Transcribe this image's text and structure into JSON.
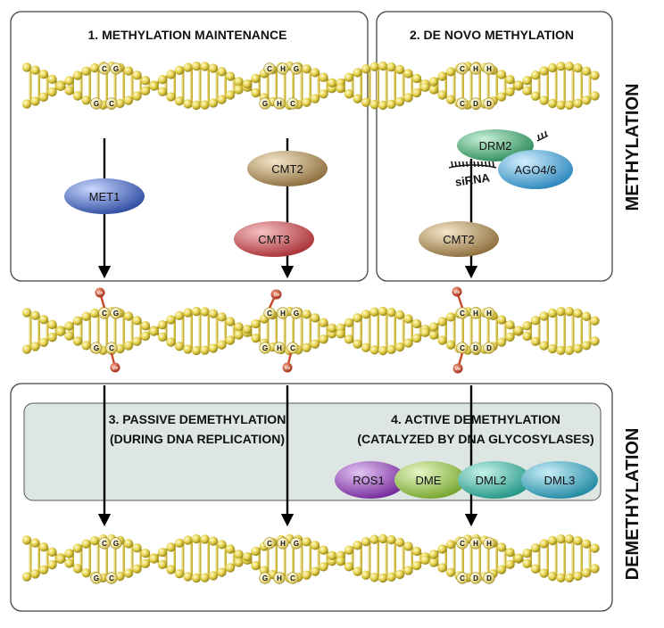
{
  "panels": {
    "maintenance_title": "1. METHYLATION MAINTENANCE",
    "denovo_title": "2. DE NOVO METHYLATION",
    "passive_title_line1": "3. PASSIVE DEMETHYLATION",
    "passive_title_line2": "(DURING DNA REPLICATION)",
    "active_title_line1": "4. ACTIVE DEMETHYLATION",
    "active_title_line2": "(CATALYZED BY DNA GLYCOSYLASES)"
  },
  "side_labels": {
    "methylation": "METHYLATION",
    "demethylation": "DEMETHYLATION"
  },
  "enzymes": {
    "met1": "MET1",
    "cmt2_a": "CMT2",
    "cmt3": "CMT3",
    "drm2": "DRM2",
    "ago": "AGO4/6",
    "cmt2_b": "CMT2",
    "sirna": "siRNA",
    "ros1": "ROS1",
    "dme": "DME",
    "dml2": "DML2",
    "dml3": "DML3"
  },
  "dna_bases": {
    "cg_top": [
      "C",
      "G"
    ],
    "cg_bottom": [
      "G",
      "C"
    ],
    "chg_top": [
      "C",
      "H",
      "G"
    ],
    "chg_bottom": [
      "G",
      "H",
      "C"
    ],
    "chh_top": [
      "C",
      "H",
      "H"
    ],
    "chh_bottom": [
      "C",
      "D",
      "D"
    ]
  },
  "methyl_label": "Me",
  "colors": {
    "dna": "#e3cf4a",
    "met1": "#3f5fb8",
    "cmt2": "#a88a57",
    "cmt3": "#c0454a",
    "drm2": "#3e9f6e",
    "ago": "#3d9ccf",
    "ros1": "#8a3fb0",
    "dme": "#8fbf3f",
    "dml2": "#2eab9a",
    "dml3": "#2f9fb8",
    "demeth_box": "#dde6e2",
    "methyl": "#c8492a"
  }
}
